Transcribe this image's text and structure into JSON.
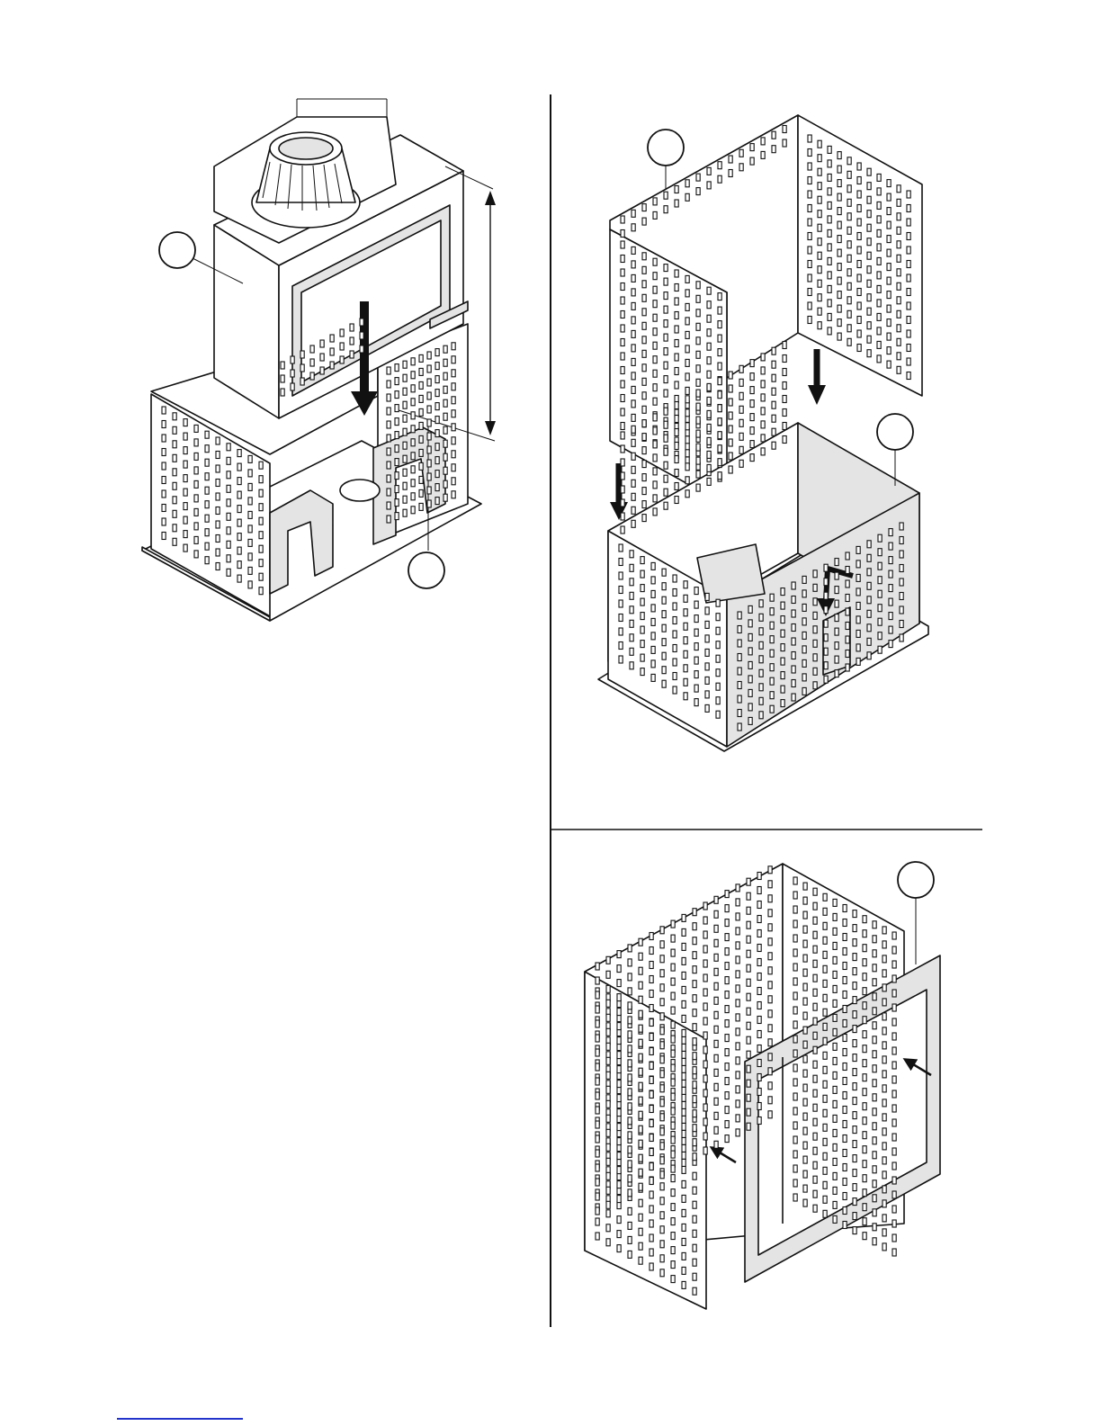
{
  "figure": {
    "panels": [
      {
        "id": "insert-placement",
        "callouts": 2
      },
      {
        "id": "wall-assembly",
        "callouts": 2
      },
      {
        "id": "front-frame",
        "callouts": 1
      }
    ]
  },
  "colors": {
    "line": "#111111",
    "shade": "#e4e4e4",
    "link": "#2233cc"
  }
}
